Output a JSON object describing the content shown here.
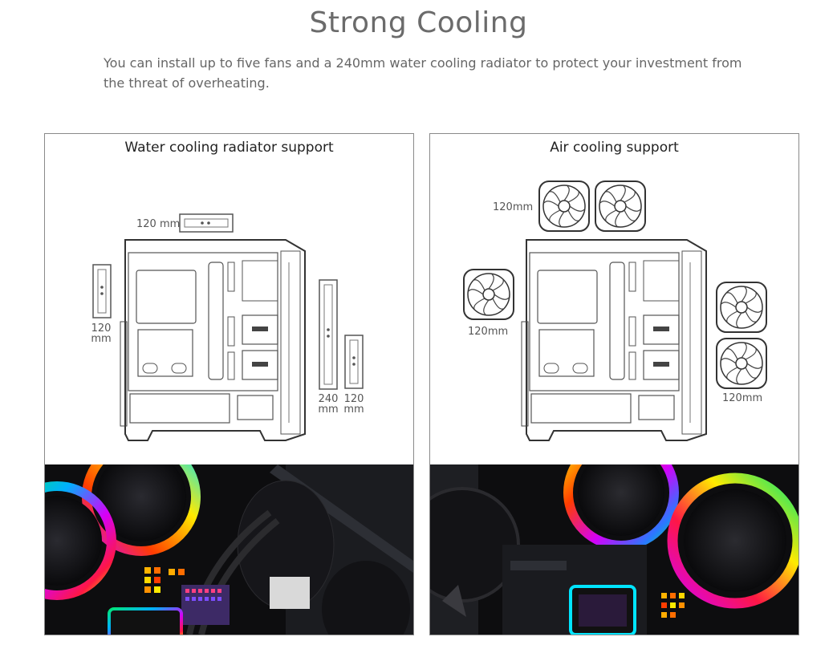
{
  "section": {
    "title": "Strong Cooling",
    "description": "You can install up to five fans and a 240mm water cooling radiator to protect your investment from the threat of overheating."
  },
  "panels": [
    {
      "title": "Water cooling radiator support",
      "labels": {
        "top_radiator": "120 mm",
        "left_radiator_line1": "120",
        "left_radiator_line2": "mm",
        "front_big_line1": "240",
        "front_big_line2": "mm",
        "front_small_line1": "120",
        "front_small_line2": "mm"
      }
    },
    {
      "title": "Air cooling support",
      "labels": {
        "top_fans": "120mm",
        "rear_fan": "120mm",
        "front_fans": "120mm"
      }
    }
  ],
  "colors": {
    "title": "#6b6b6b",
    "text": "#666666",
    "border": "#8a8a8a",
    "photo_bg": "#0d0d0f"
  },
  "icons": [
    "pc-case-diagram",
    "fan-icon",
    "radiator-icon"
  ]
}
